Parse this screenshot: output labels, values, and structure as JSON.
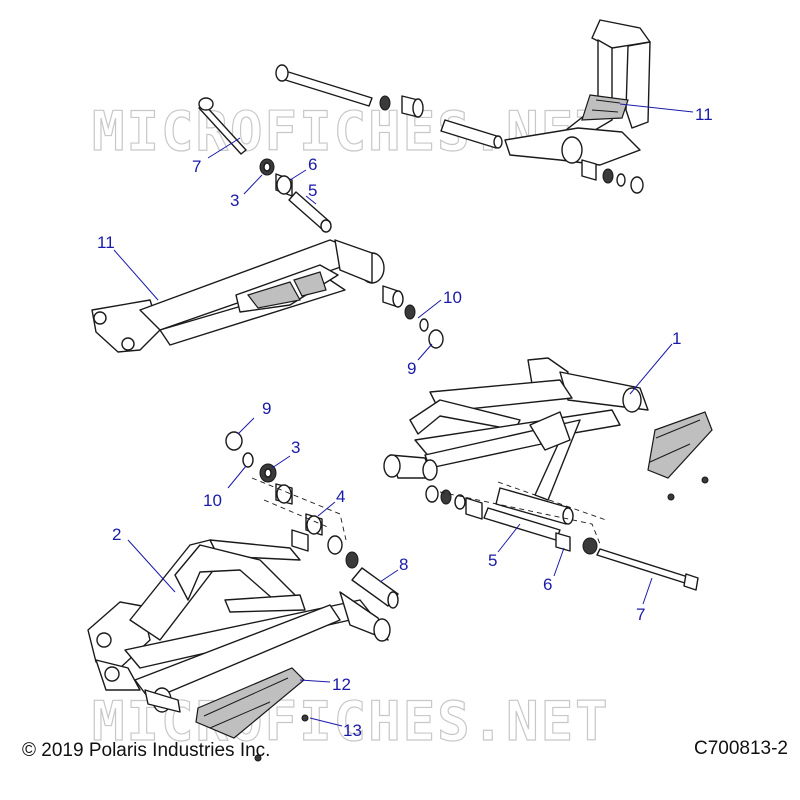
{
  "watermark": "MICROFICHES.NET",
  "copyright": "© 2019 Polaris Industries Inc.",
  "diagram_code": "C700813-2",
  "callouts": [
    {
      "id": "c-11-top",
      "label": "11"
    },
    {
      "id": "c-7-top",
      "label": "7"
    },
    {
      "id": "c-6-top",
      "label": "6"
    },
    {
      "id": "c-3-top",
      "label": "3"
    },
    {
      "id": "c-5-top",
      "label": "5"
    },
    {
      "id": "c-11-mid",
      "label": "11"
    },
    {
      "id": "c-10-top",
      "label": "10"
    },
    {
      "id": "c-9-top",
      "label": "9"
    },
    {
      "id": "c-1",
      "label": "1"
    },
    {
      "id": "c-9-low",
      "label": "9"
    },
    {
      "id": "c-3-low",
      "label": "3"
    },
    {
      "id": "c-10-low",
      "label": "10"
    },
    {
      "id": "c-4",
      "label": "4"
    },
    {
      "id": "c-2",
      "label": "2"
    },
    {
      "id": "c-8",
      "label": "8"
    },
    {
      "id": "c-5-low",
      "label": "5"
    },
    {
      "id": "c-6-low",
      "label": "6"
    },
    {
      "id": "c-7-low",
      "label": "7"
    },
    {
      "id": "c-12",
      "label": "12"
    },
    {
      "id": "c-13",
      "label": "13"
    }
  ]
}
